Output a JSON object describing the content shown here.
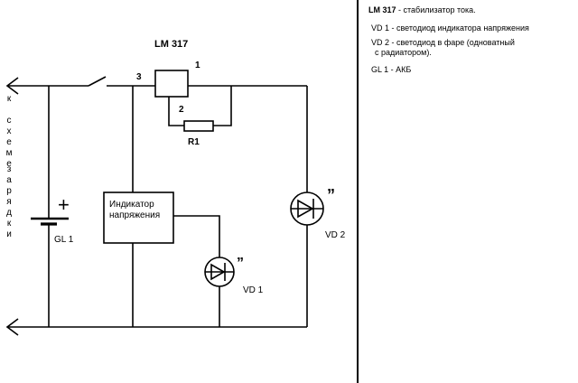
{
  "schematic": {
    "chip_title": "LM 317",
    "pin_1": "1",
    "pin_2": "2",
    "pin_3": "3",
    "resistor_label": "R1",
    "indicator_line_1": "Индикатор",
    "indicator_line_2": "напряжения",
    "vd1_label": "VD 1",
    "vd2_label": "VD 2",
    "battery_label": "GL 1",
    "battery_plus": "+",
    "led_rays": "”",
    "side_text": [
      "к",
      "",
      "с",
      "х",
      "е",
      "м",
      "е",
      "",
      "з",
      "а",
      "р",
      "я",
      "д",
      "к",
      "и"
    ]
  },
  "notes": {
    "line_1_bold": "LM 317",
    "line_1_rest": " -  стабилизатор тока.",
    "line_2": "VD 1 - светодиод индикатора напряжения",
    "line_3": "VD 2 - светодиод в фаре (одноватный",
    "line_4": "с радиатором).",
    "line_5": "GL 1 - АКБ"
  }
}
